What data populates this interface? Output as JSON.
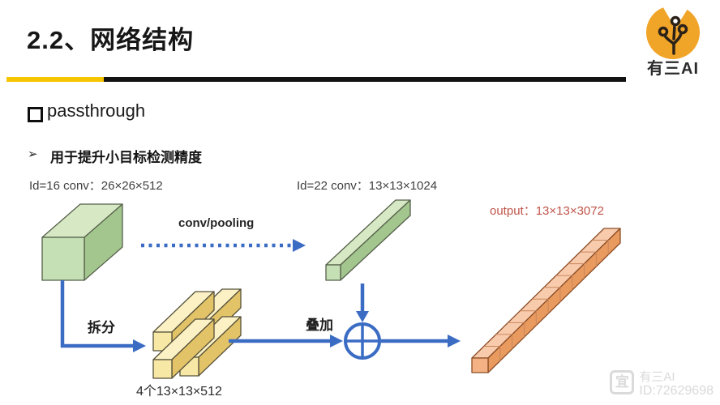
{
  "header": {
    "title": "2.2、网络结构",
    "logo": {
      "brand": "有三AI",
      "icon": "branch-circuit-icon",
      "circle_color": "#F0A428"
    }
  },
  "divider": {
    "yellow": "#F6C500",
    "black": "#121212"
  },
  "content": {
    "section_heading": "passthrough",
    "bullet_marker": "➢",
    "bullet_text": "用于提升小目标检测精度"
  },
  "diagram": {
    "labels": {
      "input": "Id=16 conv：26×26×512",
      "mid": "Id=22 conv：13×13×1024",
      "output": "output：13×13×3072",
      "conv_pooling": "conv/pooling",
      "split": "拆分",
      "stack": "叠加",
      "four_boxes": "4个13×13×512"
    },
    "colors": {
      "arrow_blue": "#3B6CC4",
      "green_front": "#C5E0B4",
      "green_top": "#D6E8C4",
      "green_side": "#A3C58E",
      "yellow_front": "#F8E8A6",
      "yellow_top": "#FBF1C4",
      "yellow_side": "#E3C368",
      "orange_front": "#F4B183",
      "orange_top": "#F8CBAD",
      "orange_side": "#E99A5F",
      "output_red": "#BF5449"
    }
  },
  "watermark": {
    "icon_char": "宜",
    "brand": "有三AI",
    "id": "ID:72629698"
  }
}
